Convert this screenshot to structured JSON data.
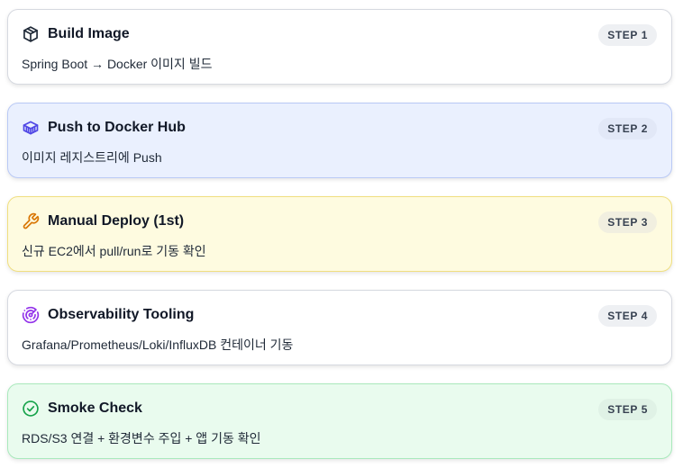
{
  "steps": [
    {
      "badge": "STEP 1",
      "title": "Build Image",
      "description": "Spring Boot → Docker 이미지 빌드",
      "icon": "package-icon",
      "icon_color": "#1f2937"
    },
    {
      "badge": "STEP 2",
      "title": "Push to Docker Hub",
      "description": "이미지 레지스트리에 Push",
      "icon": "container-icon",
      "icon_color": "#4f46e5"
    },
    {
      "badge": "STEP 3",
      "title": "Manual Deploy (1st)",
      "description": "신규 EC2에서 pull/run로 기동 확인",
      "icon": "wrench-icon",
      "icon_color": "#d97706"
    },
    {
      "badge": "STEP 4",
      "title": "Observability Tooling",
      "description": "Grafana/Prometheus/Loki/InfluxDB 컨테이너 기동",
      "icon": "radar-icon",
      "icon_color": "#9333ea"
    },
    {
      "badge": "STEP 5",
      "title": "Smoke Check",
      "description": "RDS/S3 연결 + 환경변수 주입 + 앱 기동 확인",
      "icon": "check-circle-icon",
      "icon_color": "#16a34a"
    }
  ]
}
